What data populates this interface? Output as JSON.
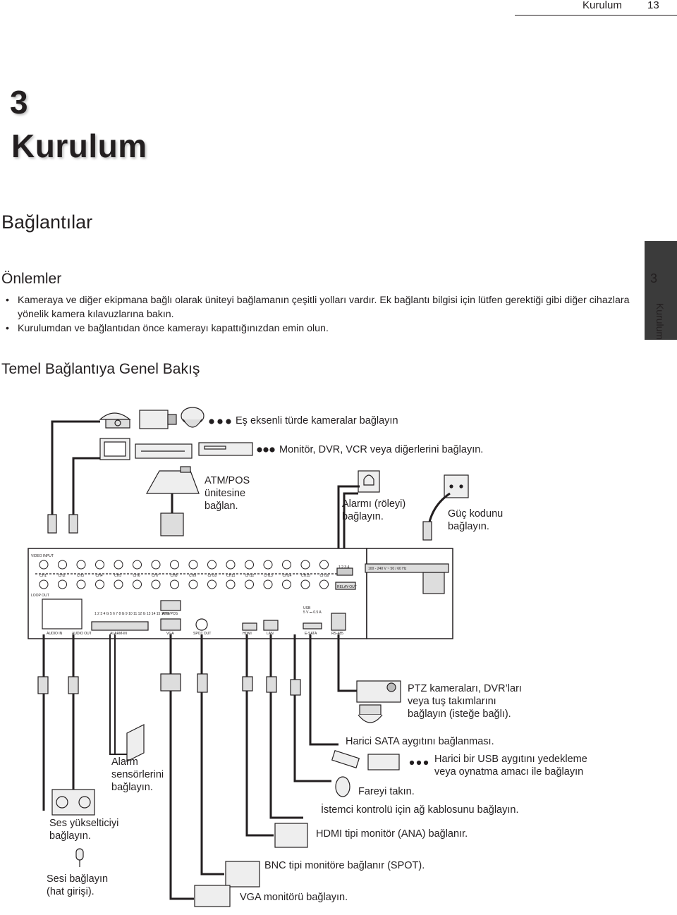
{
  "header": {
    "section": "Kurulum",
    "page": "13"
  },
  "chapter": {
    "number": "3",
    "title": "Kurulum"
  },
  "section_title": "Bağlantılar",
  "precautions": {
    "title": "Önlemler",
    "items": [
      "Kameraya ve diğer ekipmana bağlı olarak üniteyi bağlamanın çeşitli yolları vardır. Ek bağlantı bilgisi için lütfen gerektiği gibi diğer cihazlara yönelik kamera kılavuzlarına bakın.",
      "Kurulumdan ve bağlantıdan önce kamerayı kapattığınızdan emin olun."
    ]
  },
  "side_tab": {
    "number": "3",
    "label": "Kurulum"
  },
  "overview": {
    "title": "Temel Bağlantıya Genel Bakış",
    "labels": {
      "cameras": "Eş eksenli türde kameralar bağlayın",
      "monitor": "Monitör, DVR, VCR veya diğerlerini bağlayın.",
      "atm": "ATM/POS ünitesine bağlan.",
      "alarm_relay": "Alarmı (röleyi) bağlayın.",
      "power": "Güç kodunu bağlayın.",
      "ptz": "PTZ kameraları, DVR’ları veya tuş takımlarını bağlayın (isteğe bağlı).",
      "sata": "Harici SATA aygıtını bağlanması.",
      "usb": "Harici bir USB aygıtını yedekleme veya oynatma amacı ile bağlayın",
      "mouse": "Fareyi takın.",
      "network": "İstemci kontrolü için ağ kablosunu bağlayın.",
      "hdmi": "HDMI tipi monitör (ANA) bağlanır.",
      "bnc_spot": "BNC tipi monitöre bağlanır (SPOT).",
      "vga": "VGA monitörü bağlayın.",
      "alarm_sensors": "Alarm sensörlerini bağlayın.",
      "amplifier": "Ses yükselticiyi bağlayın.",
      "audio_in": "Sesi bağlayın (hat girişi)."
    },
    "panel": {
      "video_input": "VIDEO INPUT",
      "loop_out": "LOOP OUT",
      "channels": [
        "CH1",
        "CH2",
        "CH3",
        "CH4",
        "CH5",
        "CH6",
        "CH7",
        "CH8",
        "CH9",
        "CH10",
        "CH11",
        "CH12",
        "CH13",
        "CH14",
        "CH15",
        "CH16"
      ],
      "relay_numbers": "1 2 3 4",
      "relay_out": "RELAY-OUT",
      "power_rating": "100 - 240 V ~ 50 / 60 Hz",
      "audio_in": "AUDIO IN",
      "audio_out": "AUDIO OUT",
      "alarm_numbers": "1 2 3 4 G 5 6 7 8 G 9 10 11 12 G 13 14 15 16 G",
      "alarm_in": "ALARM-IN",
      "atm_pos": "ATM/POS",
      "vga": "VGA",
      "spot_out": "SPOT OUT",
      "hdmi": "HDMI",
      "lan": "LAN",
      "usb": "USB",
      "usb_rating": "5 V ⎓ 0.5 A",
      "esata": "E-SATA",
      "rs485": "RS-485"
    }
  }
}
